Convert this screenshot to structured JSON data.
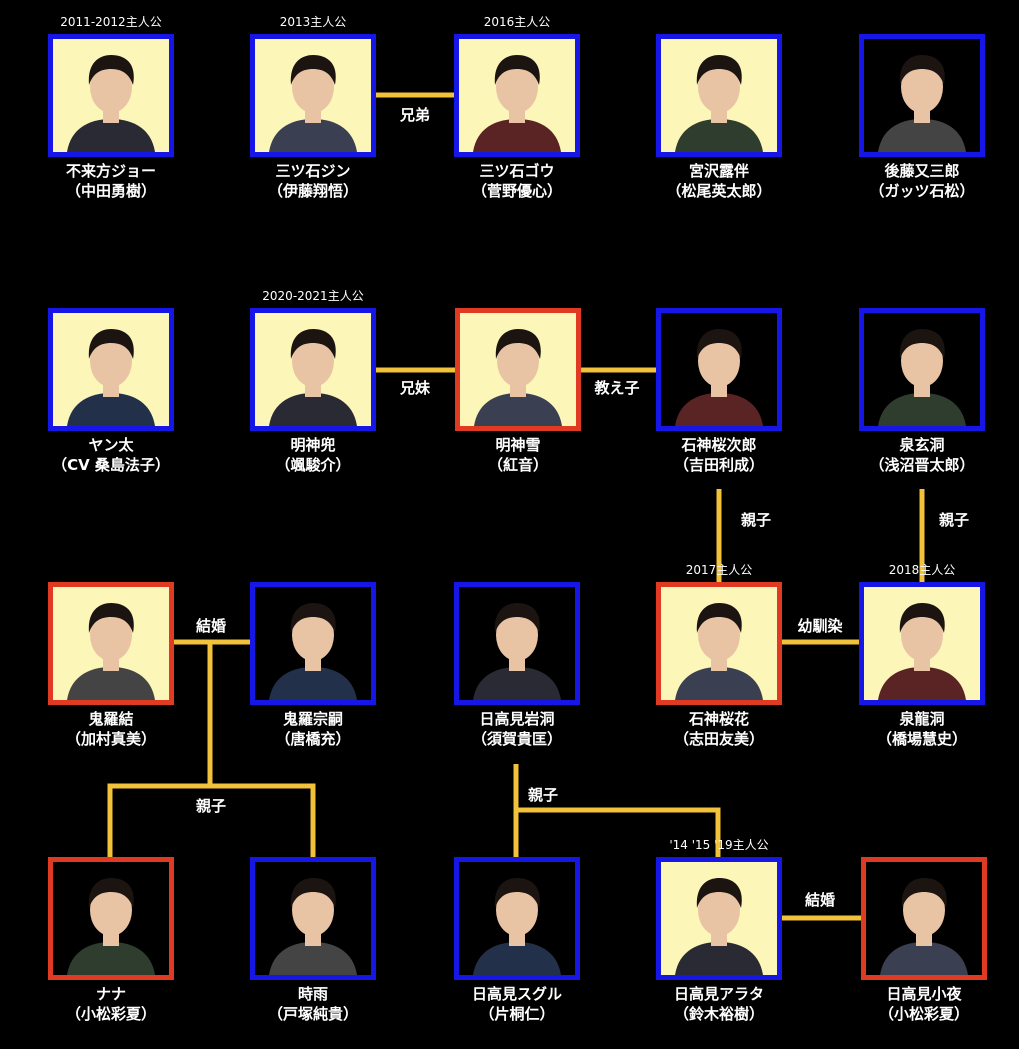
{
  "colors": {
    "male_border": "#1616e6",
    "female_border": "#e03a22",
    "protagonist_bg": "#fcf6b9",
    "line": "#f2c23a",
    "skin": "#e9c4a4",
    "hair": "#1c1410"
  },
  "characters": {
    "joe": {
      "name": "不来方ジョー",
      "actor": "（中田勇樹）",
      "tag": "2011-2012主人公"
    },
    "jin": {
      "name": "三ツ石ジン",
      "actor": "（伊藤翔悟）",
      "tag": "2013主人公"
    },
    "gou": {
      "name": "三ツ石ゴウ",
      "actor": "（菅野優心）",
      "tag": "2016主人公"
    },
    "rohan": {
      "name": "宮沢露伴",
      "actor": "（松尾英太郎）"
    },
    "matasaburo": {
      "name": "後藤又三郎",
      "actor": "（ガッツ石松）"
    },
    "yanta": {
      "name": "ヤン太",
      "actor": "（CV 桑島法子）"
    },
    "kabuto": {
      "name": "明神兜",
      "actor": "（颯駿介）",
      "tag": "2020-2021主人公"
    },
    "yuki": {
      "name": "明神雪",
      "actor": "（紅音）"
    },
    "sakurajiro": {
      "name": "石神桜次郎",
      "actor": "（吉田利成）"
    },
    "gendo": {
      "name": "泉玄洞",
      "actor": "（浅沼晋太郎）"
    },
    "yui": {
      "name": "鬼羅結",
      "actor": "（加村真美）"
    },
    "soshi": {
      "name": "鬼羅宗嗣",
      "actor": "（唐橋充）"
    },
    "gando": {
      "name": "日高見岩洞",
      "actor": "（須賀貴匡）"
    },
    "ouka": {
      "name": "石神桜花",
      "actor": "（志田友美）",
      "tag": "2017主人公"
    },
    "ryudo": {
      "name": "泉龍洞",
      "actor": "（橋場慧史）",
      "tag": "2018主人公"
    },
    "nana": {
      "name": "ナナ",
      "actor": "（小松彩夏）"
    },
    "shigure": {
      "name": "時雨",
      "actor": "（戸塚純貴）"
    },
    "suguru": {
      "name": "日高見スグル",
      "actor": "（片桐仁）"
    },
    "arata": {
      "name": "日高見アラタ",
      "actor": "（鈴木裕樹）",
      "tag": "'14 '15 '19主人公"
    },
    "sayo": {
      "name": "日高見小夜",
      "actor": "（小松彩夏）"
    }
  },
  "relations": {
    "brothers": "兄弟",
    "siblings": "兄妹",
    "student": "教え子",
    "parent_child": "親子",
    "marriage": "結婚",
    "childhood_friends": "幼馴染"
  },
  "icons": {
    "portrait": "person-portrait-icon"
  }
}
